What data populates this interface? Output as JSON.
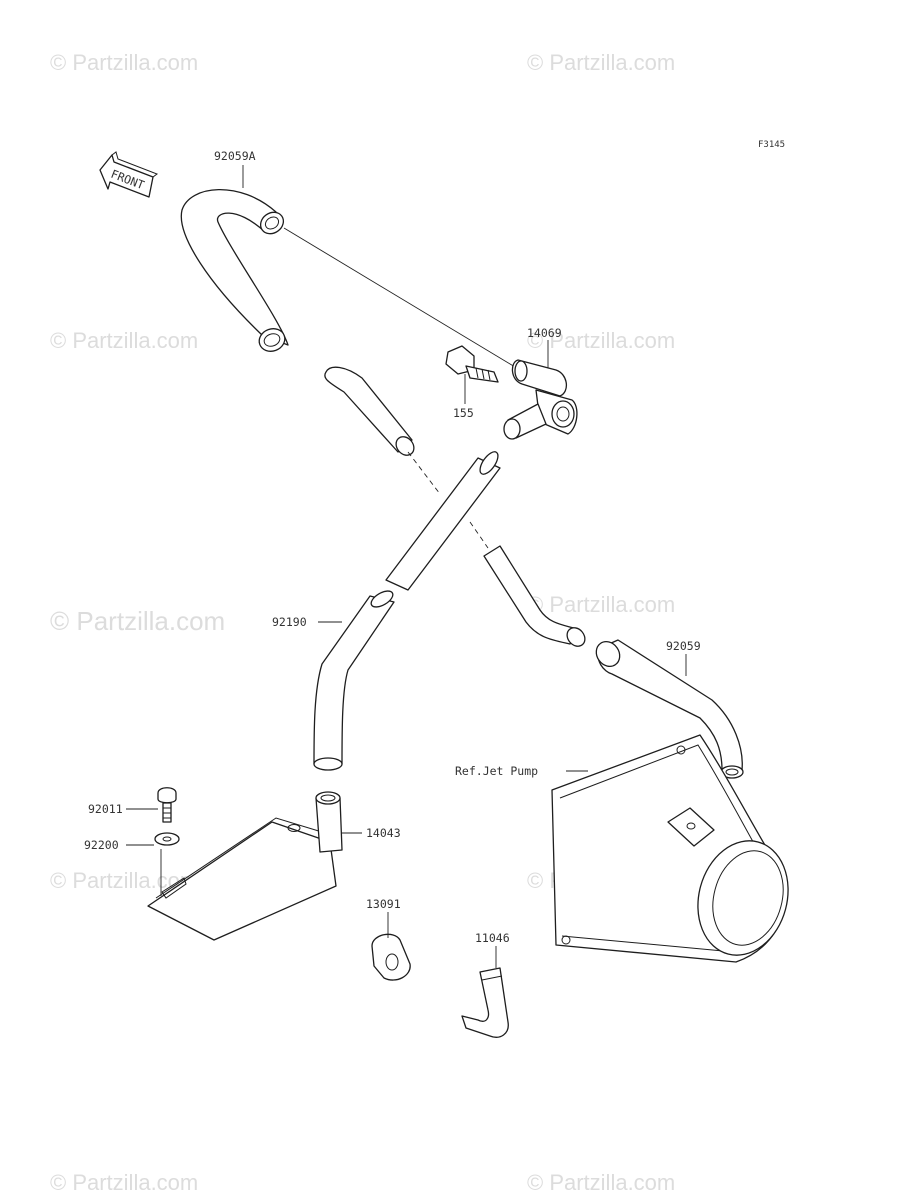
{
  "watermark": "© Partzilla.com",
  "figure_code": "F3145",
  "front_arrow": "FRONT",
  "callouts": {
    "hose_upper": "92059A",
    "fitting": "14069",
    "bolt_upper": "155",
    "hose_left": "92190",
    "hose_right": "92059",
    "jet_pump_ref": "Ref.Jet Pump",
    "screw": "92011",
    "washer": "92200",
    "bracket": "14043",
    "clamp_small": "13091",
    "clip": "11046"
  }
}
